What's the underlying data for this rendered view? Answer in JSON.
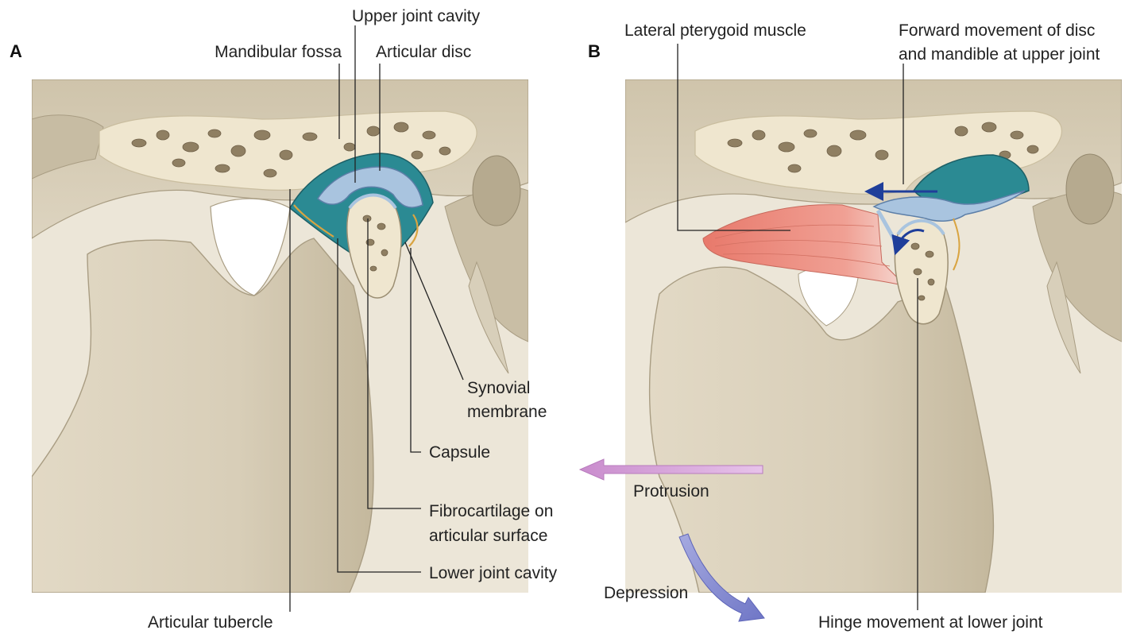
{
  "panels": {
    "a": {
      "letter": "A",
      "labels": {
        "upper_joint_cavity": "Upper joint cavity",
        "mandibular_fossa": "Mandibular fossa",
        "articular_disc": "Articular disc",
        "synovial_membrane_line1": "Synovial",
        "synovial_membrane_line2": "membrane",
        "capsule": "Capsule",
        "fibrocartilage_line1": "Fibrocartilage on",
        "fibrocartilage_line2": "articular surface",
        "lower_joint_cavity": "Lower joint cavity",
        "articular_tubercle": "Articular tubercle"
      }
    },
    "b": {
      "letter": "B",
      "labels": {
        "lateral_pterygoid": "Lateral pterygoid muscle",
        "forward_movement_line1": "Forward movement of disc",
        "forward_movement_line2": "and mandible at upper joint",
        "protrusion": "Protrusion",
        "depression": "Depression",
        "hinge_movement": "Hinge movement at lower joint"
      }
    }
  },
  "colors": {
    "background": "#ffffff",
    "bone": "#d6ccb6",
    "bone_shadow": "#b9ad93",
    "cancellous_bone": "#efe6cf",
    "joint_cavity": "#2b8a93",
    "articular_disc": "#a9c4df",
    "synovial_membrane": "#d9a441",
    "muscle": "#e88a7e",
    "protrusion_arrow": "#d9a5dc",
    "depression_arrow": "#8a8fd0",
    "movement_arrow": "#1f3e9a",
    "label_text": "#222222"
  }
}
